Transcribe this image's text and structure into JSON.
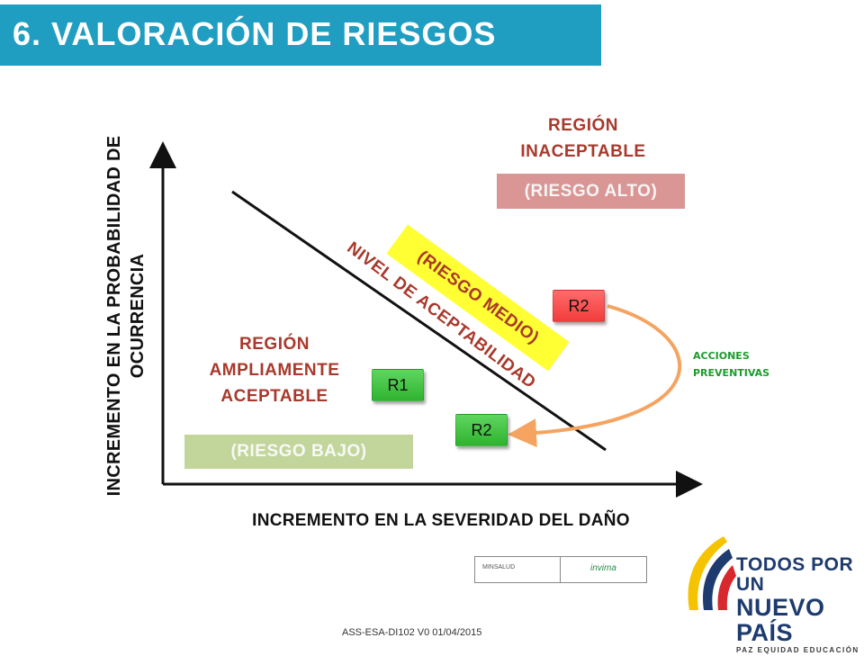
{
  "header": {
    "title": "6. VALORACIÓN DE RIESGOS"
  },
  "diagram": {
    "y_axis_label": "INCREMENTO EN LA PROBABILIDAD DE OCURRENCIA",
    "x_axis_label": "INCREMENTO EN LA SEVERIDAD DEL DAÑO",
    "region_high": {
      "line1": "REGIÓN",
      "line2": "INACEPTABLE",
      "box": "(RIESGO ALTO)"
    },
    "region_medium": {
      "box": "(RIESGO MEDIO)",
      "line_label": "NIVEL DE ACEPTABILIDAD"
    },
    "region_low": {
      "line1": "REGIÓN",
      "line2": "AMPLIAMENTE",
      "line3": "ACEPTABLE",
      "box": "(RIESGO BAJO)"
    },
    "risks": [
      {
        "label": "R1",
        "level": "low"
      },
      {
        "label": "R2",
        "level": "high"
      },
      {
        "label": "R2",
        "level": "low"
      }
    ],
    "actions": {
      "line1": "ACCIONES",
      "line2": "PREVENTIVAS"
    }
  },
  "footer": {
    "code": "ASS-ESA-DI102   V0   01/04/2015"
  },
  "logos": {
    "partner_left": "MINSALUD",
    "partner_right": "invima",
    "brand_line1": "TODOS POR UN",
    "brand_line2": "NUEVO PAÍS",
    "brand_line3": "PAZ  EQUIDAD  EDUCACIÓN"
  },
  "colors": {
    "title_bar": "#1f9ec2",
    "high_box": "#d99694",
    "medium_box": "#ffff33",
    "low_box": "#c2d69b",
    "label_red": "#a8392c",
    "arrow": "#f4a460",
    "actions_green": "#1c9c2c"
  }
}
